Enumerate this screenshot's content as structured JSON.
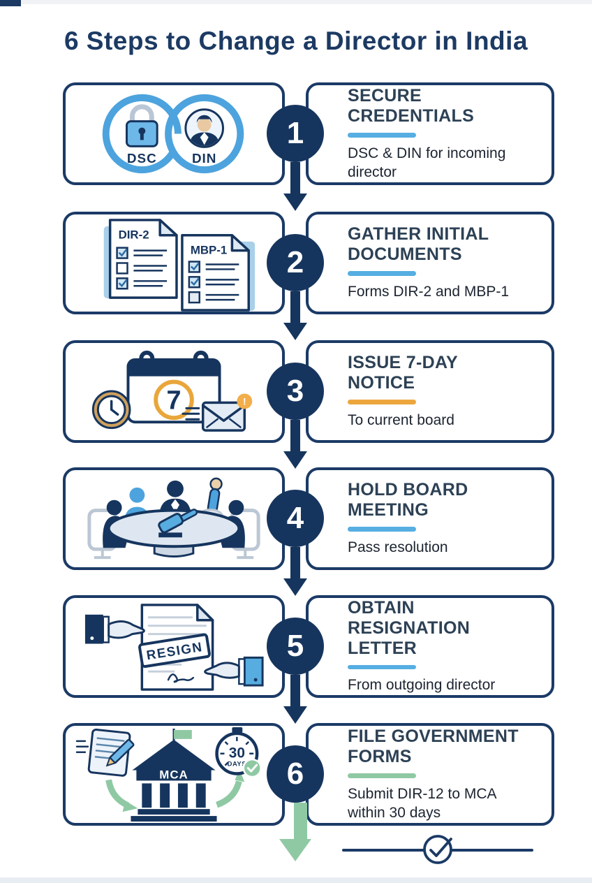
{
  "title": "6 Steps to Change a Director in India",
  "colors": {
    "navy": "#16355e",
    "box_border": "#1b3a66",
    "heading_text": "#2d4155",
    "body_text": "#1c2430",
    "light_blue_accent": "#56aee2",
    "light_blue_stroke": "#4da3dd",
    "light_blue_fill": "#6db8e8",
    "orange_accent": "#eda63e",
    "green_accent": "#8fc9a4"
  },
  "steps": [
    {
      "number": "1",
      "title": "SECURE CREDENTIALS",
      "description": "DSC & DIN for incoming\ndirector",
      "accent_color": "#56aee2",
      "icon": {
        "name": "dsc-din-interlocked-rings",
        "labels": {
          "ring1": "DSC",
          "ring2": "DIN"
        }
      }
    },
    {
      "number": "2",
      "title": "GATHER INITIAL\nDOCUMENTS",
      "description": "Forms DIR-2 and MBP-1",
      "accent_color": "#56aee2",
      "icon": {
        "name": "checklist-documents",
        "labels": {
          "doc1": "DIR-2",
          "doc2": "MBP-1"
        }
      }
    },
    {
      "number": "3",
      "title": "ISSUE 7-DAY NOTICE",
      "description": "To current board",
      "accent_color": "#eda63e",
      "icon": {
        "name": "calendar-clock-envelope",
        "labels": {
          "calendar_day": "7",
          "alert": "!"
        }
      }
    },
    {
      "number": "4",
      "title": "HOLD BOARD\nMEETING",
      "description": "Pass resolution",
      "accent_color": "#56aee2",
      "icon": {
        "name": "board-meeting-table"
      }
    },
    {
      "number": "5",
      "title": "OBTAIN\nRESIGNATION LETTER",
      "description": "From outgoing director",
      "accent_color": "#56aee2",
      "icon": {
        "name": "resignation-letter-handover",
        "labels": {
          "stamp": "RESIGN"
        }
      }
    },
    {
      "number": "6",
      "title": "FILE GOVERNMENT\nFORMS",
      "description": "Submit DIR-12 to MCA\nwithin 30 days",
      "accent_color": "#8fc9a4",
      "icon": {
        "name": "mca-building-filing",
        "labels": {
          "building": "MCA",
          "timer_value": "30",
          "timer_unit": "DAYS"
        }
      }
    }
  ],
  "footer": {
    "end_arrow_color": "#8fc9a4",
    "finish_icon": "checkmark-circle"
  }
}
